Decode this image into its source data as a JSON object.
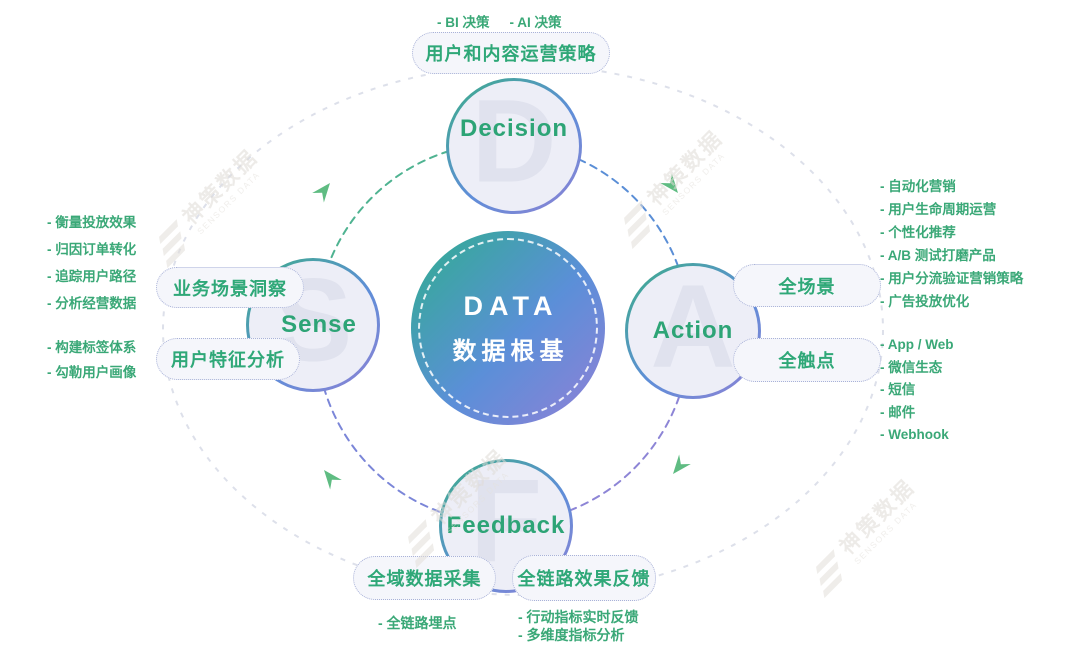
{
  "center": {
    "title": "DATA",
    "subtitle": "数据根基"
  },
  "nodes": {
    "decision": {
      "label": "Decision",
      "letter": "D",
      "pill": "用户和内容运营策略",
      "bullets": [
        "- BI 决策",
        "- AI 决策"
      ]
    },
    "sense": {
      "label": "Sense",
      "letter": "S",
      "pills": [
        "业务场景洞察",
        "用户特征分析"
      ],
      "insight_bullets": [
        "- 衡量投放效果",
        "- 归因订单转化",
        "- 追踪用户路径",
        "- 分析经营数据"
      ],
      "profile_bullets": [
        "- 构建标签体系",
        "- 勾勒用户画像"
      ]
    },
    "action": {
      "label": "Action",
      "letter": "A",
      "pills": [
        "全场景",
        "全触点"
      ],
      "scene_bullets": [
        "- 自动化营销",
        "- 用户生命周期运营",
        "- 个性化推荐",
        "- A/B 测试打磨产品",
        "- 用户分流验证营销策略",
        "- 广告投放优化"
      ],
      "touch_bullets": [
        "- App / Web",
        "- 微信生态",
        "- 短信",
        "- 邮件",
        "- Webhook"
      ]
    },
    "feedback": {
      "label": "Feedback",
      "letter": "F",
      "pills": [
        "全域数据采集",
        "全链路效果反馈"
      ],
      "collect_bullets": [
        "- 全链路埋点"
      ],
      "effect_bullets": [
        "- 行动指标实时反馈",
        "- 多维度指标分析"
      ]
    }
  },
  "watermark": {
    "zh": "神策数据",
    "en": "SENSORS DATA"
  },
  "colors": {
    "accent_green": "#2fa878",
    "bullet_green": "#3aa877",
    "arc_sense_decision": "#4fb391",
    "arc_decision_action": "#5a8ed6",
    "arc_action_feedback": "#8d85d6",
    "arc_feedback_sense": "#7b86d8",
    "arrow": "#5fbc82",
    "outer_ring": "#dde0ea",
    "node_fill": "#edeef7",
    "center_gradient_start": "#2fae8e",
    "center_gradient_mid": "#5b8fd8",
    "center_gradient_end": "#9180d6"
  }
}
